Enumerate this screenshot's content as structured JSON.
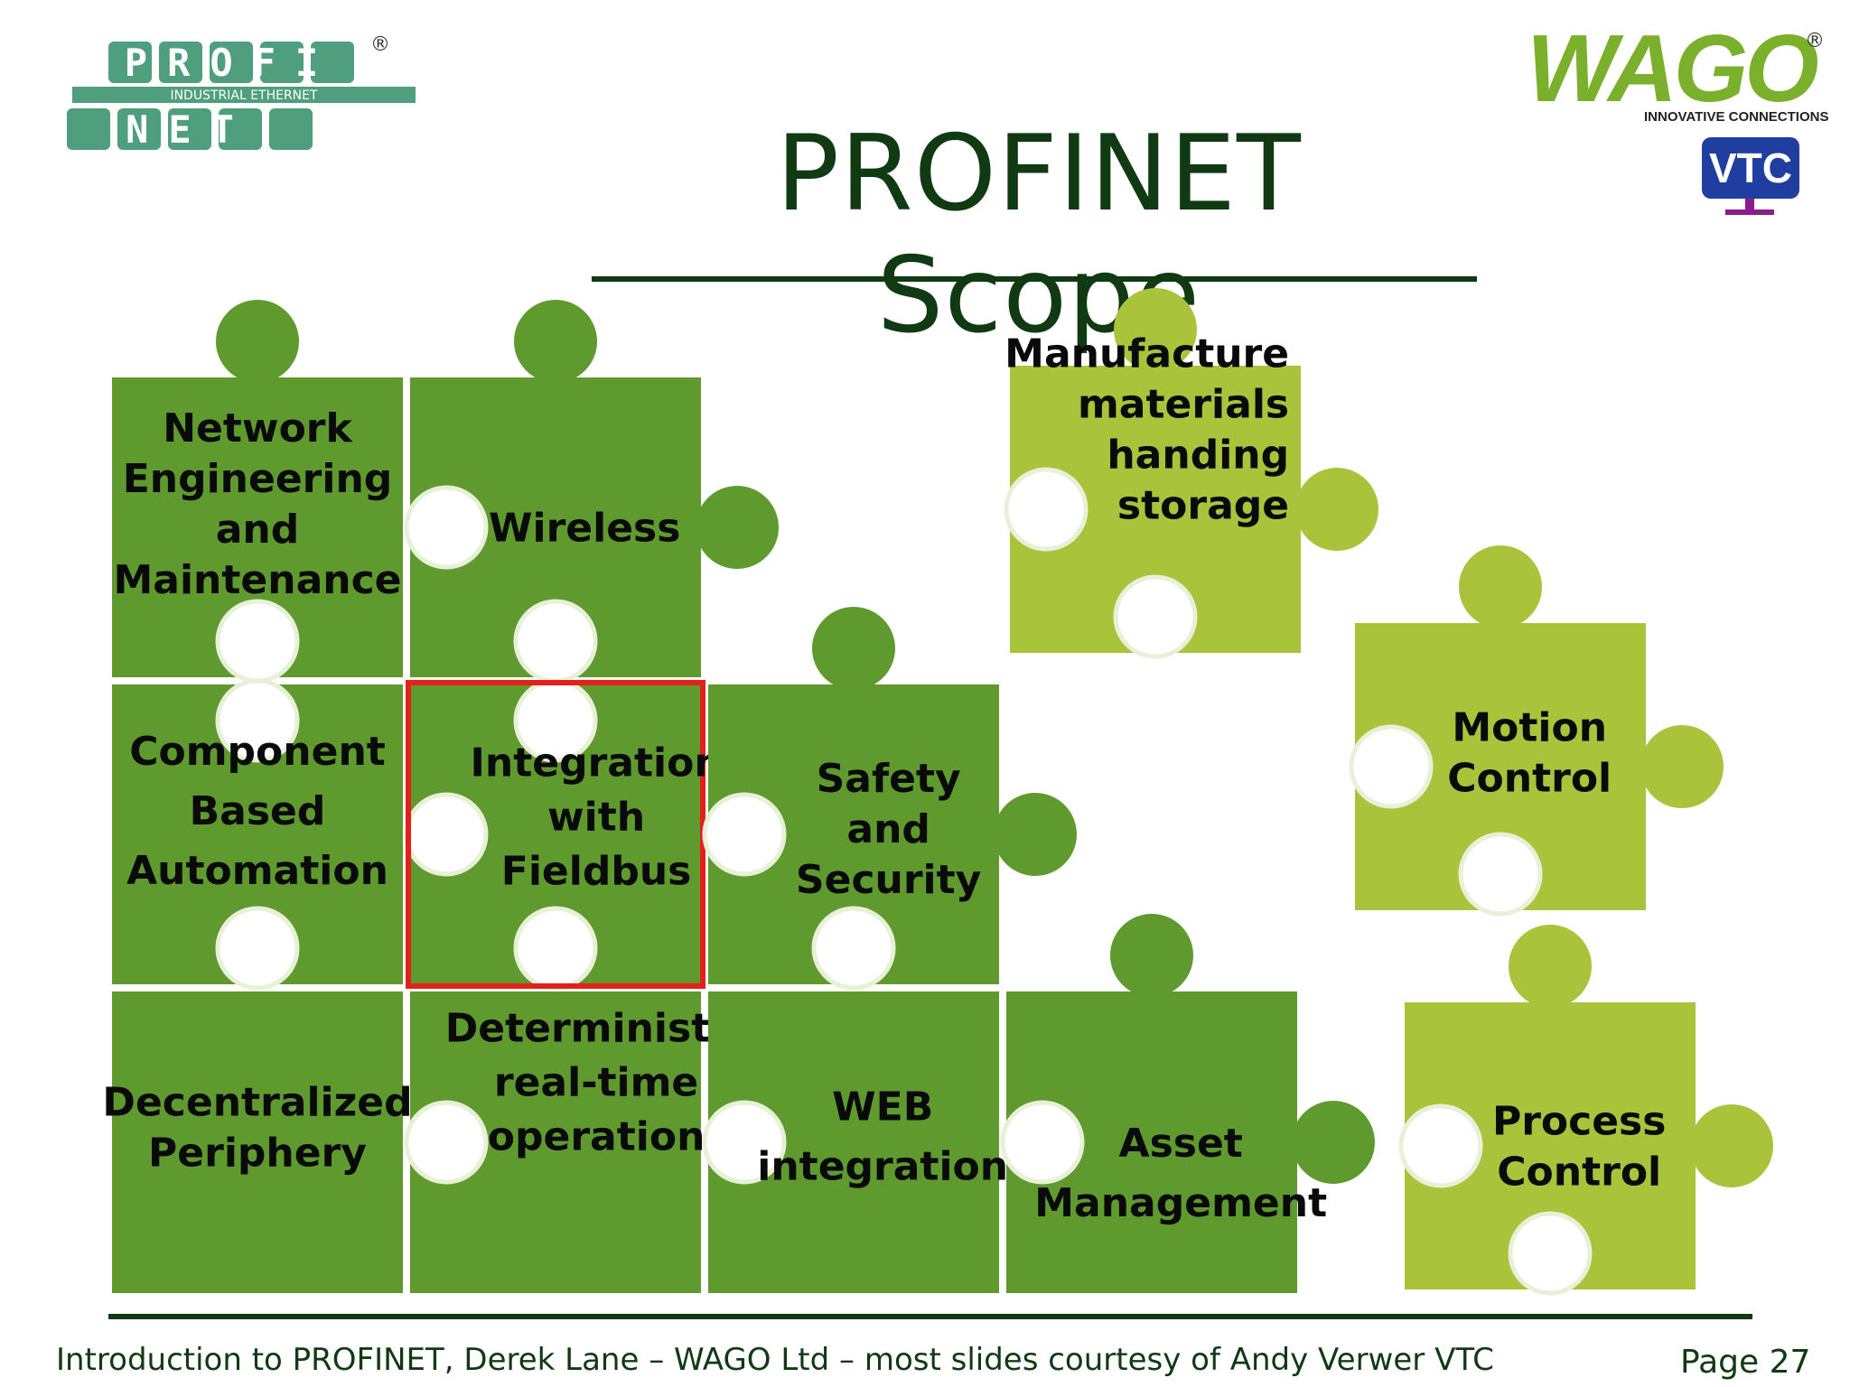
{
  "title": "PROFINET Scope",
  "footer": {
    "text": "Introduction to PROFINET, Derek Lane – WAGO Ltd – most slides courtesy of Andy Verwer VTC",
    "page": "Page 27"
  },
  "logos": {
    "profinet": {
      "top": "PROFI",
      "band": "INDUSTRIAL ETHERNET",
      "bottom": "NET",
      "mark": "®"
    },
    "wago": {
      "name": "WAGO",
      "tagline": "INNOVATIVE CONNECTIONS",
      "mark": "®"
    },
    "vtc": {
      "name": "VTC"
    }
  },
  "colors": {
    "dark_green": "#5f9a2e",
    "light_green": "#a9c43a",
    "text_dark": "#0f3a12",
    "highlight": "#e3201b",
    "profinet_teal": "#4f9e7e",
    "wago_green": "#7ab02c",
    "vtc_blue": "#1f3ea0",
    "vtc_purple": "#8a1c8c"
  },
  "pieces": [
    {
      "id": "network",
      "shade": "dark",
      "lines": [
        "Network",
        "Engineering",
        "and",
        "Maintenance"
      ]
    },
    {
      "id": "wireless",
      "shade": "dark",
      "lines": [
        "Wireless"
      ]
    },
    {
      "id": "component",
      "shade": "dark",
      "lines": [
        "Component",
        "Based",
        "Automation"
      ]
    },
    {
      "id": "fieldbus",
      "shade": "dark",
      "highlighted": true,
      "lines": [
        "Integration",
        "with",
        "Fieldbus"
      ]
    },
    {
      "id": "safety",
      "shade": "dark",
      "lines": [
        "Safety",
        "and",
        "Security"
      ]
    },
    {
      "id": "decentralized",
      "shade": "dark",
      "lines": [
        "Decentralized",
        "Periphery"
      ]
    },
    {
      "id": "deterministic",
      "shade": "dark",
      "lines": [
        "Deterministic",
        "real-time",
        "operation"
      ]
    },
    {
      "id": "web",
      "shade": "dark",
      "lines": [
        "WEB",
        "integration"
      ]
    },
    {
      "id": "asset",
      "shade": "dark",
      "lines": [
        "Asset",
        "Management"
      ]
    },
    {
      "id": "manufacture",
      "shade": "light",
      "lines": [
        "Manufacture",
        "materials",
        "handing",
        "storage"
      ]
    },
    {
      "id": "motion",
      "shade": "light",
      "lines": [
        "Motion",
        "Control"
      ]
    },
    {
      "id": "process",
      "shade": "light",
      "lines": [
        "Process",
        "Control"
      ]
    }
  ]
}
